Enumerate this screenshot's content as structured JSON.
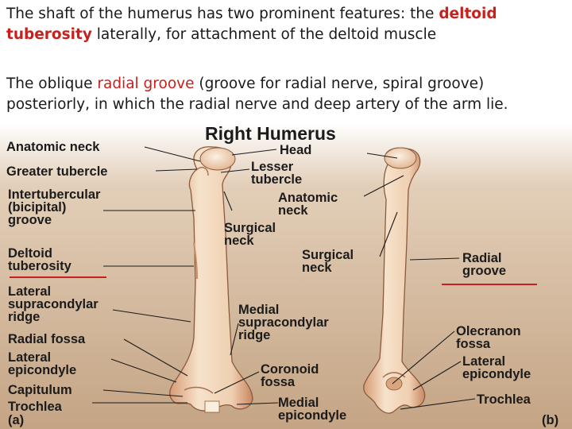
{
  "text": {
    "para1": {
      "before": "The shaft of the humerus has two prominent features: the ",
      "term": "deltoid tuberosity",
      "after": " laterally, for attachment of the deltoid muscle"
    },
    "para2": {
      "before": "The oblique ",
      "term": "radial groove",
      "after": " (groove for radial nerve, spiral groove) posteriorly, in which the radial nerve and deep artery of the arm lie."
    }
  },
  "figure": {
    "title": "Right Humerus",
    "left_labels": {
      "anatomic_neck": "Anatomic neck",
      "greater_tubercle": "Greater tubercle",
      "intertubercular_groove": "Intertubercular\n(bicipital)\ngroove",
      "deltoid_tuberosity": "Deltoid\ntuberosity",
      "lateral_supracondylar_ridge": "Lateral\nsupracondylar\nridge",
      "radial_fossa": "Radial fossa",
      "lateral_epicondyle": "Lateral\nepicondyle",
      "capitulum": "Capitulum",
      "trochlea": "Trochlea",
      "view_a": "(a)"
    },
    "middle_labels": {
      "head": "Head",
      "lesser_tubercle": "Lesser\ntubercle",
      "surgical_neck_a": "Surgical\nneck",
      "medial_supracondylar_ridge": "Medial\nsupracondylar\nridge",
      "coronoid_fossa": "Coronoid\nfossa",
      "medial_epicondyle": "Medial\nepicondyle",
      "anatomic_neck_b": "Anatomic\nneck",
      "surgical_neck_b": "Surgical\nneck"
    },
    "right_labels": {
      "radial_groove": "Radial\ngroove",
      "olecranon_fossa": "Olecranon\nfossa",
      "lateral_epicondyle_b": "Lateral\nepicondyle",
      "trochlea_b": "Trochlea",
      "view_b": "(b)"
    }
  },
  "colors": {
    "highlight": "#c8201c",
    "text": "#1a1a1a",
    "background_top": "#ffffff",
    "figure_background": "#c9aa8c",
    "bone": "#f3ddc4",
    "bone_shadow": "#c98f6a"
  }
}
